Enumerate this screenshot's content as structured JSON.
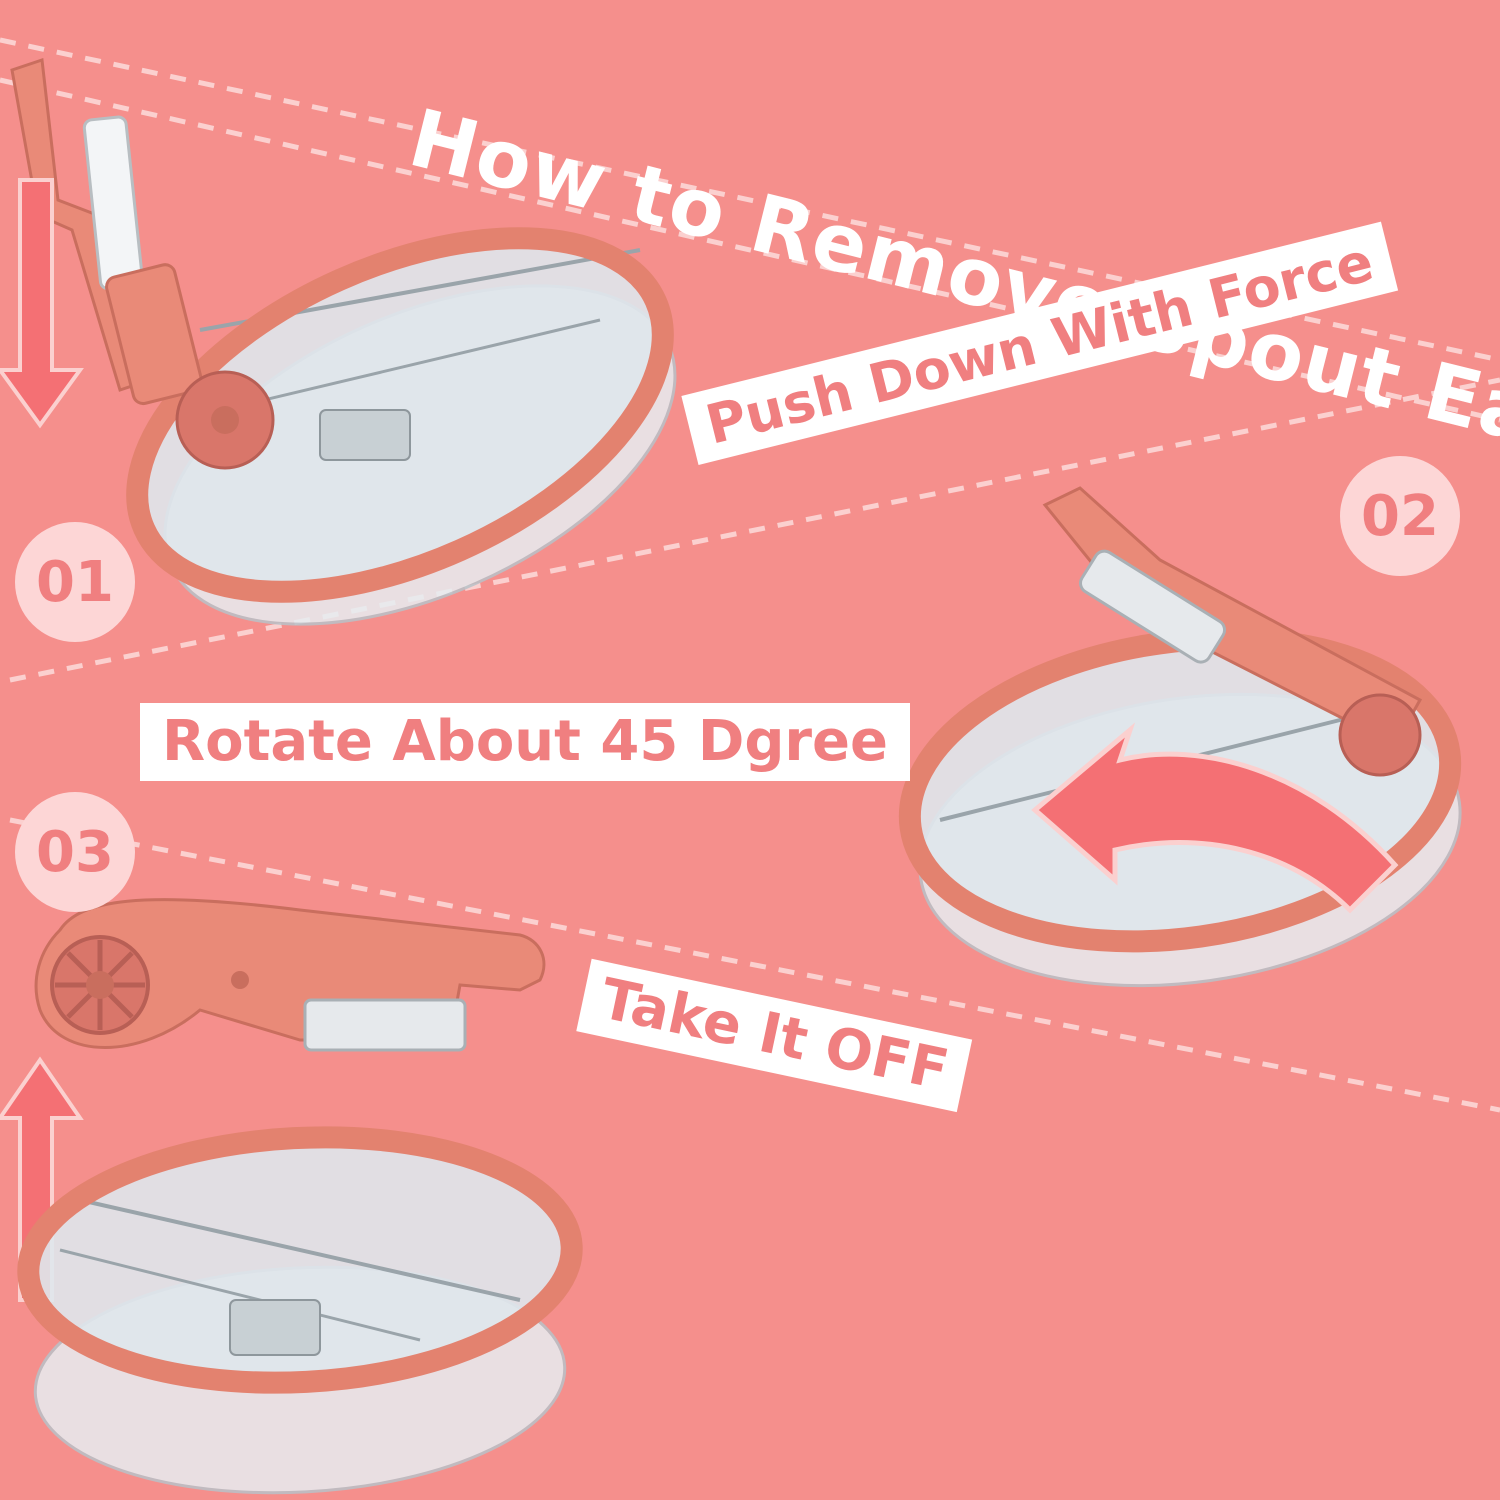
{
  "heading": "How to Remove Spout Easily",
  "steps": [
    {
      "number": "01",
      "instruction": "Push Down With Force"
    },
    {
      "number": "02",
      "instruction": "Rotate About 45 Dgree"
    },
    {
      "number": "03",
      "instruction": "Take It OFF"
    }
  ],
  "colors": {
    "background": "#f58f8c",
    "accent_text": "#f07f80",
    "badge_fill": "#fdd6d6",
    "spout_body": "#e98a78",
    "lid_ring": "#e3826f",
    "arrow": "#f47074"
  },
  "icons": [
    "arrow-down-icon",
    "curved-arrow-left-icon",
    "arrow-up-icon"
  ]
}
